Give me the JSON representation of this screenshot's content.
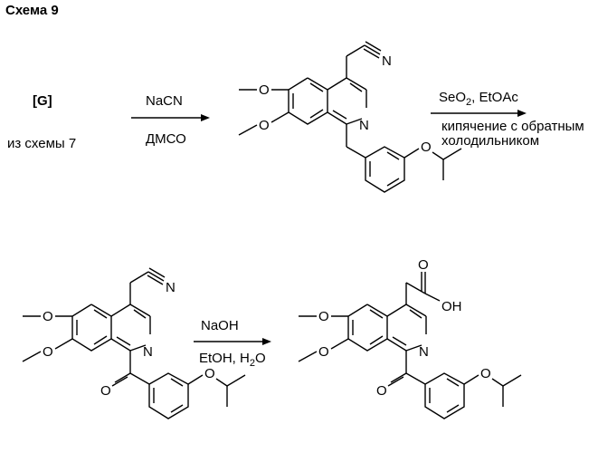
{
  "scheme_title": "Схема 9",
  "start": {
    "label": "[G]",
    "source": "из схемы 7"
  },
  "step1": {
    "reagent": "NaCN",
    "solvent": "ДМСО"
  },
  "step2": {
    "reagent_parts": [
      "SeO",
      "2",
      ", EtOAc"
    ],
    "condition_line1": "кипячение с обратным",
    "condition_line2": "холодильником"
  },
  "step3": {
    "reagent": "NaOH",
    "solvent_parts": [
      "EtOH, H",
      "2",
      "O"
    ]
  },
  "atoms": {
    "N": "N",
    "O": "O",
    "OH": "OH"
  }
}
